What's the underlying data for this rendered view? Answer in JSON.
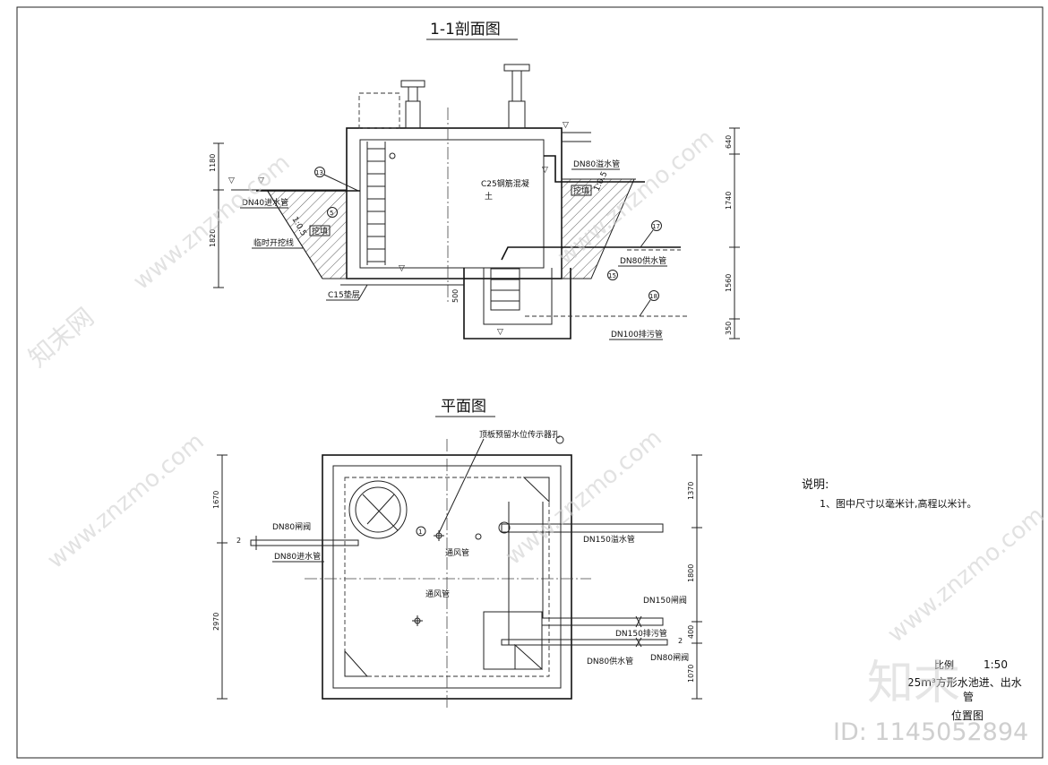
{
  "section": {
    "title": "1-1剖面图",
    "labels": {
      "c25": "C25钢筋混凝",
      "c25b": "土",
      "dn80_overflow": "DN80溢水管",
      "dn40_in": "DN40进水管",
      "temp_dig": "临时开挖线",
      "backfill_left": "挖填",
      "backfill_right": "挖填",
      "c15": "C15垫层",
      "dn80_supply": "DN80供水管",
      "dn100_drain": "DN100排污管",
      "slope_left": "1:0.5",
      "slope_right": "1:0.5",
      "b13": "13",
      "b5": "5",
      "b15": "15",
      "b17": "17",
      "b18": "18"
    },
    "dims_right": [
      "640",
      "1740",
      "1560",
      "350"
    ],
    "dims_left": [
      "1180",
      "1820"
    ],
    "dim_bottom": "500"
  },
  "plan": {
    "title": "平面图",
    "labels": {
      "top_hole": "顶板预留水位传示器孔",
      "dn80_valve_left": "DN80闸阀",
      "dn80_in": "DN80进水管",
      "vent_top": "通风管",
      "vent_mid": "通风管",
      "dn150_overflow": "DN150溢水管",
      "dn150_valve": "DN150闸阀",
      "dn150_drain": "DN150排污管",
      "dn80_supply": "DN80供水管",
      "dn80_valve_right": "DN80闸阀",
      "marker_1": "1",
      "cut_left": "2",
      "cut_right": "2"
    },
    "dims_left": [
      "1670",
      "2970"
    ],
    "dims_right": [
      "1370",
      "1800",
      "400",
      "1070"
    ]
  },
  "notes": {
    "heading": "说明:",
    "item1": "1、图中尺寸以毫米计,高程以米计。"
  },
  "caption": {
    "scale_label": "比例",
    "scale_value": "1:50",
    "line1": "25m³方形水池进、出水",
    "line2": "管",
    "line3": "位置图"
  },
  "watermark": {
    "site": "www.znzmo.com",
    "brand": "知末网",
    "logo": "知末",
    "id": "ID: 1145052894"
  }
}
